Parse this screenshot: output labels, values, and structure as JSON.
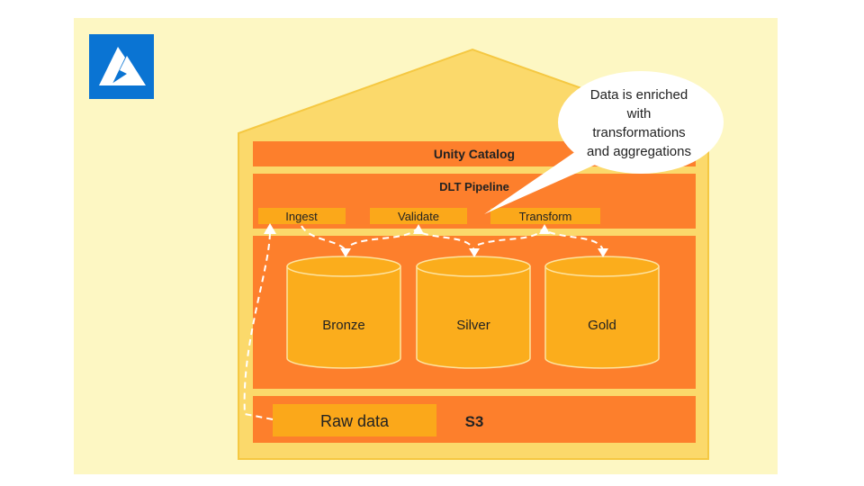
{
  "colors": {
    "background": "#fdf7c3",
    "house": "#fbd96b",
    "house_stroke": "#f5c842",
    "band": "#fd7f2c",
    "chip": "#fba81a",
    "cylinder": "#fbad1c",
    "cylinder_stroke": "#fde3a0",
    "bubble": "#ffffff",
    "logo_bg": "#0a74d3",
    "logo_mark": "#ffffff"
  },
  "logo": {
    "icon": "azure-logo-icon"
  },
  "unity_catalog": {
    "label": "Unity Catalog"
  },
  "dlt_pipeline": {
    "label": "DLT Pipeline",
    "steps": [
      "Ingest",
      "Validate",
      "Transform"
    ]
  },
  "storage": {
    "layers": [
      "Bronze",
      "Silver",
      "Gold"
    ]
  },
  "raw": {
    "label": "Raw data",
    "source": "S3"
  },
  "callout": {
    "lines": [
      "Data is enriched",
      "with",
      "transformations",
      "and aggregations"
    ]
  }
}
